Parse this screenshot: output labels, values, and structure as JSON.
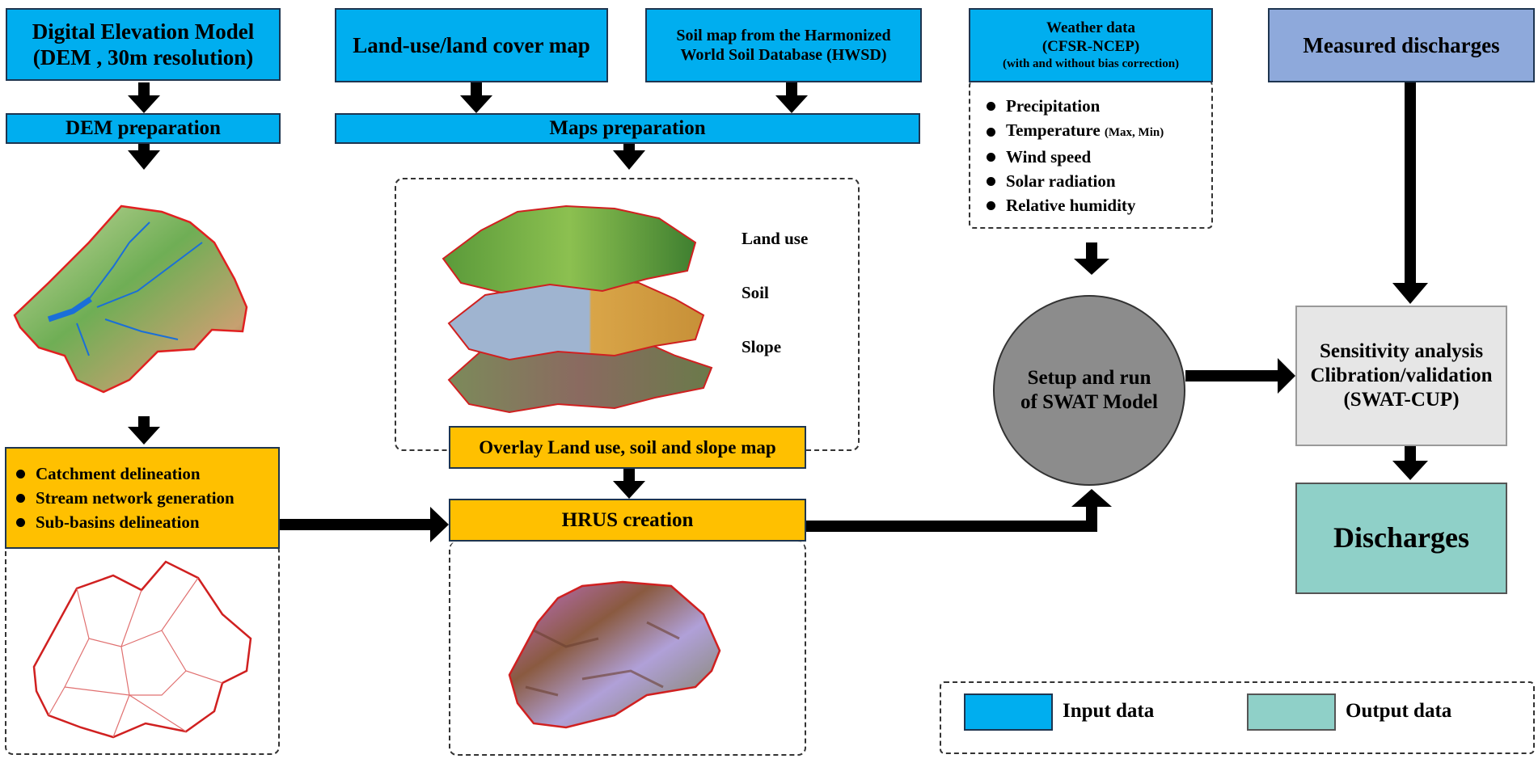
{
  "inputs": {
    "dem": {
      "line1": "Digital Elevation Model",
      "line2": "(DEM , 30m resolution)"
    },
    "landuse": "Land-use/land cover map",
    "soil": {
      "line1": "Soil map from the Harmonized",
      "line2": "World Soil Database (HWSD)"
    },
    "weather": {
      "line1": "Weather data",
      "line2": "(CFSR-NCEP)",
      "line3": "(with and without bias correction)"
    },
    "measured": "Measured discharges"
  },
  "weather_vars": [
    {
      "text": "Precipitation",
      "note": ""
    },
    {
      "text": "Temperature",
      "note": "(Max, Min)"
    },
    {
      "text": "Wind speed",
      "note": ""
    },
    {
      "text": "Solar radiation",
      "note": ""
    },
    {
      "text": "Relative humidity",
      "note": ""
    }
  ],
  "steps": {
    "dem_prep": "DEM preparation",
    "maps_prep": "Maps preparation",
    "overlay": "Overlay Land use, soil and slope map",
    "hrus": "HRUS creation",
    "swat": {
      "line1": "Setup and run",
      "line2": "of SWAT Model"
    },
    "cup": {
      "line1": "Sensitivity analysis",
      "line2": "Clibration/validation",
      "line3": "(SWAT-CUP)"
    },
    "discharges": "Discharges"
  },
  "catchment_list": [
    "Catchment delineation",
    "Stream network generation",
    "Sub-basins  delineation"
  ],
  "layers": [
    "Land use",
    "Soil",
    "Slope"
  ],
  "legend": {
    "input": "Input data",
    "output": "Output data"
  },
  "colors": {
    "input": "#00aeef",
    "process": "#ffc000",
    "output": "#8fd0c8",
    "measured": "#8ea9db",
    "swat": "#8c8c8c"
  }
}
